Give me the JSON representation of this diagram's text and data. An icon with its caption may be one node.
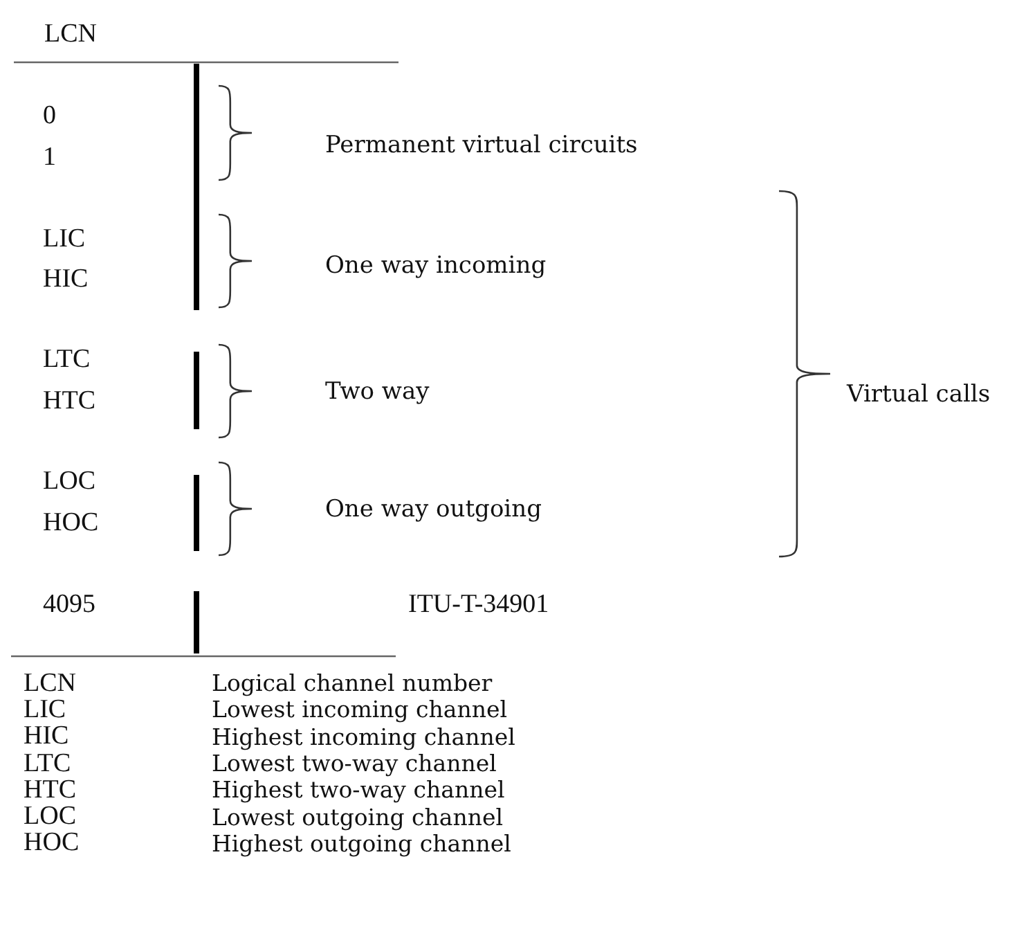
{
  "diagram": {
    "labels": [
      "LCN",
      "0",
      "1",
      "Permanent virtual circuits",
      "LIC",
      "HIC",
      "One way incoming",
      "LTC",
      "HTC",
      "Two way",
      "Virtual calls",
      "LOC",
      "HOC",
      "One way outgoing",
      "4095",
      "ITU-T-34901",
      "LCN",
      "Logical channel number",
      "LIC",
      "Lowest incoming channel",
      "HIC",
      "Highest incoming channel",
      "LTC",
      "Lowest two-way channel",
      "HTC",
      "Highest two-way channel",
      "LOC",
      "Lowest outgoing channel",
      "HOC",
      "Highest outgoing channel"
    ]
  }
}
